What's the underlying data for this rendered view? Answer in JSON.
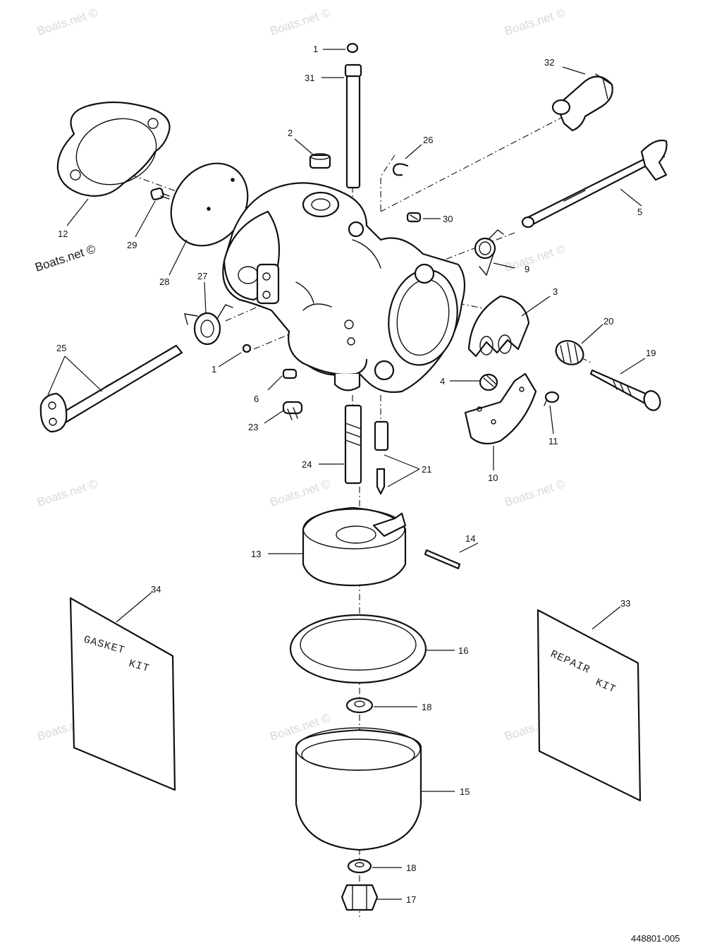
{
  "watermark": "Boats.net ©",
  "document_number": "448801-005",
  "kits": {
    "gasket_kit": [
      "GASKET",
      "KIT"
    ],
    "repair_kit": [
      "REPAIR",
      "KIT"
    ]
  },
  "callouts": {
    "c1a": "1",
    "c31": "31",
    "c32": "32",
    "c2": "2",
    "c26": "26",
    "c12": "12",
    "c29": "29",
    "c28": "28",
    "c30": "30",
    "c5": "5",
    "c9": "9",
    "c27": "27",
    "c3": "3",
    "c25": "25",
    "c1b": "1",
    "c20": "20",
    "c19": "19",
    "c6": "6",
    "c4": "4",
    "c23": "23",
    "c11": "11",
    "c10": "10",
    "c24": "24",
    "c21": "21",
    "c14": "14",
    "c13": "13",
    "c34": "34",
    "c33": "33",
    "c16": "16",
    "c18a": "18",
    "c15": "15",
    "c18b": "18",
    "c17": "17"
  }
}
